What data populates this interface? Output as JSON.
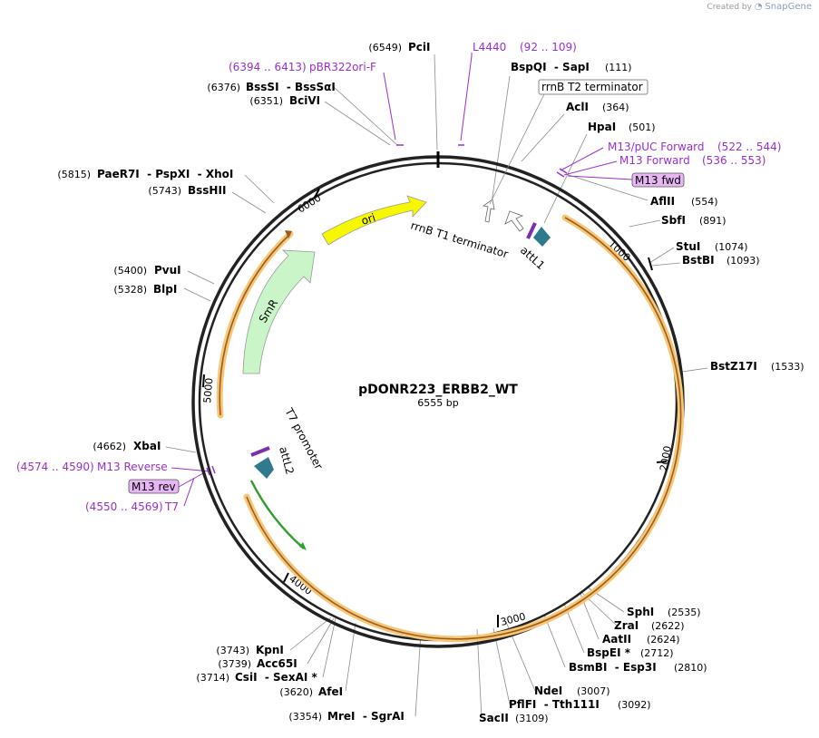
{
  "watermark": {
    "created_by": "Created by",
    "brand": "SnapGene"
  },
  "plasmid": {
    "name": "pDONR223_ERBB2_WT",
    "length": "6555 bp",
    "length_bp": 6555
  },
  "ruler_ticks": [
    "1000",
    "2000",
    "3000",
    "4000",
    "5000",
    "6000"
  ],
  "sites": [
    {
      "name": "PciI",
      "pos": "(6549)",
      "bp": 6549
    },
    {
      "name": "BspQI  - SapI",
      "pos": "(111)",
      "bp": 111
    },
    {
      "name": "AclI",
      "pos": "(364)",
      "bp": 364
    },
    {
      "name": "HpaI",
      "pos": "(501)",
      "bp": 501
    },
    {
      "name": "AflII",
      "pos": "(554)",
      "bp": 554
    },
    {
      "name": "SbfI",
      "pos": "(891)",
      "bp": 891
    },
    {
      "name": "StuI",
      "pos": "(1074)",
      "bp": 1074
    },
    {
      "name": "BstBI",
      "pos": "(1093)",
      "bp": 1093
    },
    {
      "name": "BstZ17I",
      "pos": "(1533)",
      "bp": 1533
    },
    {
      "name": "SphI",
      "pos": "(2535)",
      "bp": 2535
    },
    {
      "name": "ZraI",
      "pos": "(2622)",
      "bp": 2622
    },
    {
      "name": "AatII",
      "pos": "(2624)",
      "bp": 2624
    },
    {
      "name": "BspEI *",
      "pos": "(2712)",
      "bp": 2712
    },
    {
      "name": "BsmBI  - Esp3I",
      "pos": "(2810)",
      "bp": 2810
    },
    {
      "name": "NdeI",
      "pos": "(3007)",
      "bp": 3007
    },
    {
      "name": "PflFI  - Tth111I",
      "pos": "(3092)",
      "bp": 3092
    },
    {
      "name": "SacII",
      "pos": "(3109)",
      "bp": 3109
    },
    {
      "name": "MreI  - SgrAI",
      "pos": "(3354)",
      "bp": 3354
    },
    {
      "name": "AfeI",
      "pos": "(3620)",
      "bp": 3620
    },
    {
      "name": "CsiI  - SexAI *",
      "pos": "(3714)",
      "bp": 3714
    },
    {
      "name": "Acc65I",
      "pos": "(3739)",
      "bp": 3739
    },
    {
      "name": "KpnI",
      "pos": "(3743)",
      "bp": 3743
    },
    {
      "name": "XbaI",
      "pos": "(4662)",
      "bp": 4662
    },
    {
      "name": "BlpI",
      "pos": "(5328)",
      "bp": 5328
    },
    {
      "name": "PvuI",
      "pos": "(5400)",
      "bp": 5400
    },
    {
      "name": "BssHII",
      "pos": "(5743)",
      "bp": 5743
    },
    {
      "name": "PaeR7I  - PspXI  - XhoI",
      "pos": "(5815)",
      "bp": 5815
    },
    {
      "name": "BciVI",
      "pos": "(6351)",
      "bp": 6351
    },
    {
      "name": "BssSI  - BssSαI",
      "pos": "(6376)",
      "bp": 6376
    }
  ],
  "primers": [
    {
      "name": "L4440",
      "range": "(92 .. 109)"
    },
    {
      "name": "pBR322ori-F",
      "range": "(6394 .. 6413)"
    },
    {
      "name": "M13/pUC Forward",
      "range": "(522 .. 544)"
    },
    {
      "name": "M13 Forward",
      "range": "(536 .. 553)"
    },
    {
      "name": "M13 fwd",
      "range": ""
    },
    {
      "name": "M13 Reverse",
      "range": "(4574 .. 4590)"
    },
    {
      "name": "M13 rev",
      "range": ""
    },
    {
      "name": "T7",
      "range": "(4550 .. 4569)"
    }
  ],
  "features": {
    "ori": "ori",
    "smr": "SmR",
    "rrnb_t1": "rrnB T1 terminator",
    "rrnb_t2": "rrnB T2 terminator",
    "attl1": "attL1",
    "attl2": "attL2",
    "t7_promoter": "T7 promoter"
  },
  "colors": {
    "backbone": "#222222",
    "insert_band": "#f4c878",
    "ori": "#f7f700",
    "smr": "#c9f5c9",
    "att": "#2f7a8c",
    "primer": "#9a2fd0",
    "primer_box": "#e8b6f5",
    "t7": "#2fa02f"
  }
}
